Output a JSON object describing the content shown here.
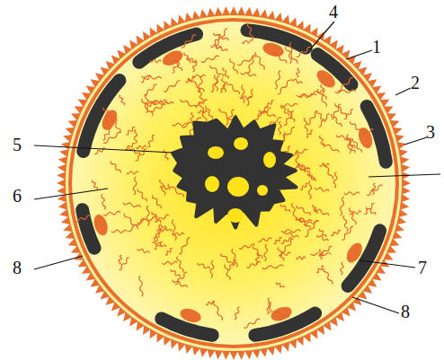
{
  "diagram": {
    "labels": [
      "4",
      "1",
      "2",
      "3",
      "5",
      "6",
      "8",
      "7",
      "8"
    ]
  }
}
